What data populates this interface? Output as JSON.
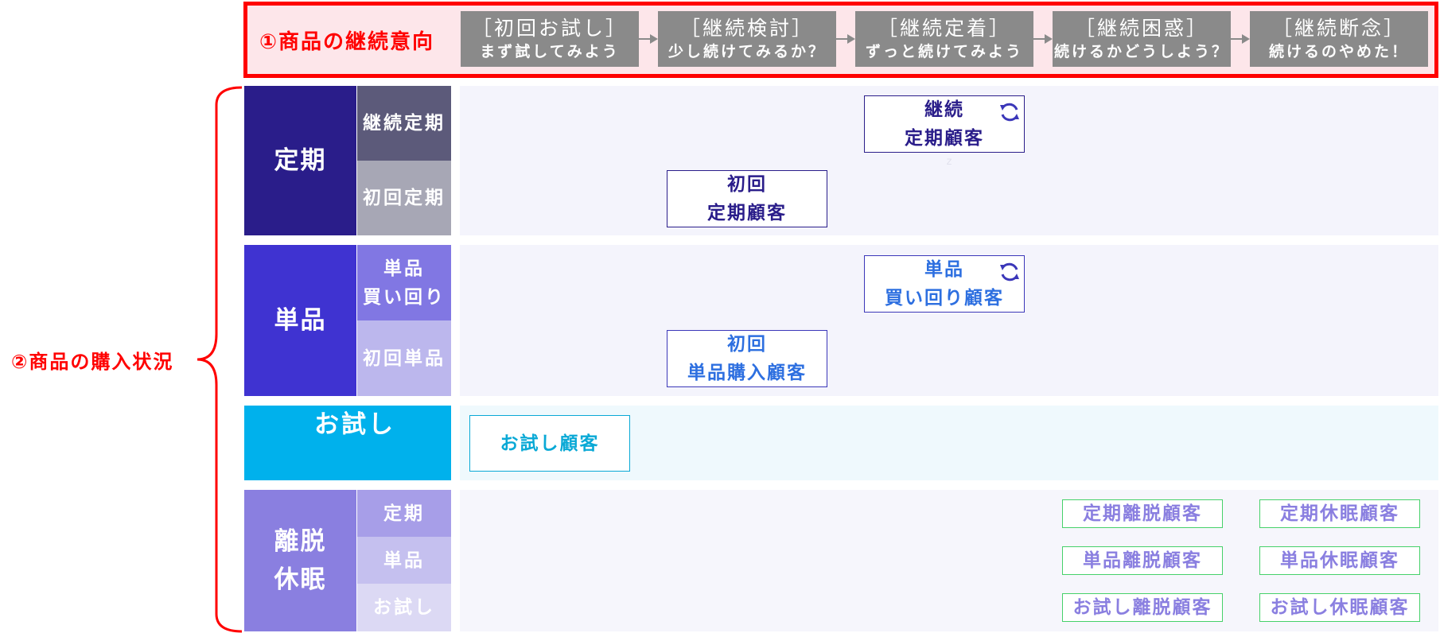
{
  "top_band": {
    "title": "①商品の継続意向",
    "stages": [
      {
        "title": "［初回お試し］",
        "sub": "まず試してみよう"
      },
      {
        "title": "［継続検討］",
        "sub": "少し続けてみるか？"
      },
      {
        "title": "［継続定着］",
        "sub": "ずっと続けてみよう"
      },
      {
        "title": "［継続困惑］",
        "sub": "続けるかどうしよう？"
      },
      {
        "title": "［継続断念］",
        "sub": "続けるのやめた！"
      }
    ]
  },
  "left_label": "②商品の購入状況",
  "rows": {
    "teiki": {
      "label": "定期",
      "sub1": "継続定期",
      "sub2": "初回定期"
    },
    "tanpin": {
      "label": "単品",
      "sub1_line1": "単品",
      "sub1_line2": "買い回り",
      "sub2": "初回単品"
    },
    "otameshi": {
      "label": "お試し"
    },
    "ridatsu": {
      "label_line1": "離脱",
      "label_line2": "休眠",
      "sub1": "定期",
      "sub2": "単品",
      "sub3": "お試し"
    }
  },
  "boxes": {
    "teiki_keizoku": {
      "line1": "継続",
      "line2": "定期顧客"
    },
    "teiki_shokai": {
      "line1": "初回",
      "line2": "定期顧客"
    },
    "tanpin_kaimawari": {
      "line1": "単品",
      "line2": "買い回り顧客"
    },
    "tanpin_shokai": {
      "line1": "初回",
      "line2": "単品購入顧客"
    },
    "otameshi": {
      "text": "お試し顧客"
    },
    "teiki_ridatsu": {
      "text": "定期離脱顧客"
    },
    "teiki_kyumin": {
      "text": "定期休眠顧客"
    },
    "tanpin_ridatsu": {
      "text": "単品離脱顧客"
    },
    "tanpin_kyumin": {
      "text": "単品休眠顧客"
    },
    "otameshi_ridatsu": {
      "text": "お試し離脱顧客"
    },
    "otameshi_kyumin": {
      "text": "お試し休眠顧客"
    }
  },
  "marks": {
    "z": "z"
  },
  "icons": {
    "refresh": "refresh-icon",
    "arrow": "arrow-right-icon"
  },
  "colors": {
    "accent_red": "#ff0000",
    "stage_gray": "#8a8a8a",
    "teiki_navy": "#2a1d8a",
    "tanpin_indigo": "#3f33d1",
    "otameshi_cyan": "#00b1ec",
    "ridatsu_lavender": "#8a7fe0"
  }
}
